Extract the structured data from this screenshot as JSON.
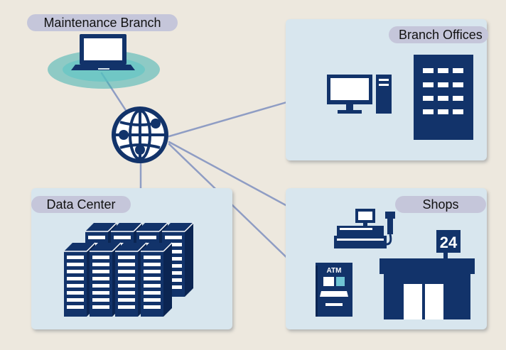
{
  "labels": {
    "maintenance": "Maintenance Branch",
    "branch_offices": "Branch Offices",
    "data_center": "Data Center",
    "shops": "Shops"
  },
  "store_sign": "24",
  "atm_label": "ATM",
  "colors": {
    "background": "#ede8de",
    "panel": "#d8e6ee",
    "pill": "#c5c6da",
    "icon": "#12336a",
    "line": "#8f9dc4",
    "halo": "#3fb0b0"
  },
  "icons": [
    "laptop-icon",
    "globe-icon",
    "desktop-pc-icon",
    "office-building-icon",
    "server-rack-icon",
    "cash-register-icon",
    "atm-icon",
    "convenience-store-icon"
  ]
}
